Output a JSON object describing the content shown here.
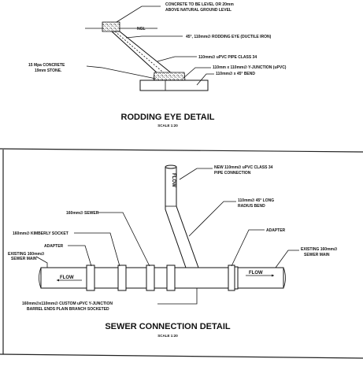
{
  "rodding": {
    "notes": {
      "concrete_level_1": "CONCRETE TO BE LEVEL OR 20mm",
      "concrete_level_2": "ABOVE NATURAL GROUND LEVEL",
      "ngl": "NGL",
      "rodding_eye": "45°, 110mm∅ RODDING EYE (DUCTILE IRON)",
      "pipe_class": "110mm∅ uPVC PIPE CLASS 34",
      "y_junction": "110mm x 110mm∅ Y-JUNCTION (uPVC)",
      "bend": "110mm∅ x 45° BEND",
      "concrete_1": "15 Mpa CONCRETE",
      "concrete_2": "19mm STONE."
    },
    "title": "RODDING EYE DETAIL",
    "scale": "SCALE 1:20"
  },
  "sewer": {
    "notes": {
      "new_pipe_1": "NEW 110mm∅ uPVC CLASS 34",
      "new_pipe_2": "PIPE CONNECTION",
      "long_bend_1": "110mm∅ 45° LONG",
      "long_bend_2": "RADIUS BEND",
      "sewer_160": "160mm∅ SEWER",
      "kimberly_socket": "160mm∅ KIMBERLY SOCKET",
      "adapter_left": "ADAPTER",
      "adapter_right": "ADAPTER",
      "existing_left_1": "EXISTING 160mm∅",
      "existing_left_2": "SEWER MAIN",
      "existing_right_1": "EXISTING 160mm∅",
      "existing_right_2": "SEWER MAIN",
      "custom_junction_1": "160mm∅x110mm∅ CUSTOM uPVC Y-JUNCTION",
      "custom_junction_2": "BARREL ENDS PLAIN BRANCH SOCKETED"
    },
    "flow_left": "FLOW",
    "flow_right": "FLOW",
    "flow_vertical": "FLOW",
    "title": "SEWER CONNECTION DETAIL",
    "scale": "SCALE 1:20"
  }
}
